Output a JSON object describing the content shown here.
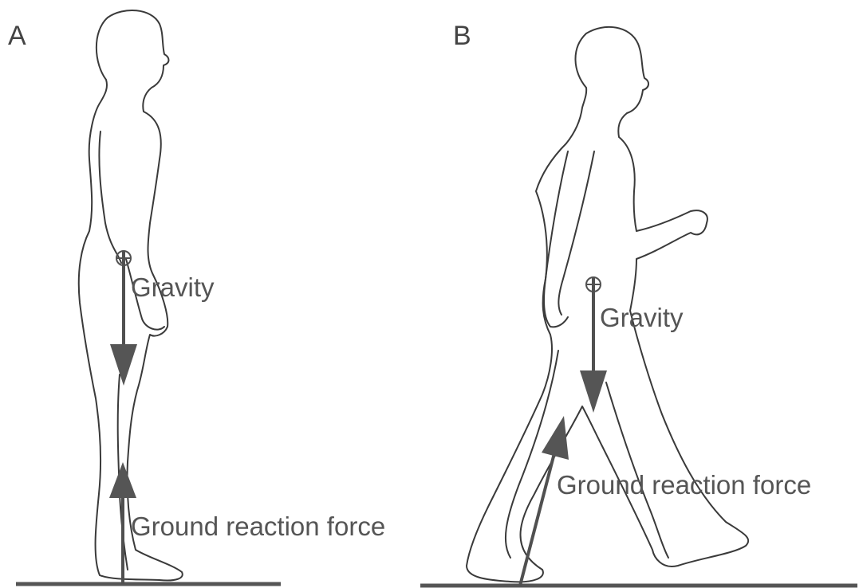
{
  "panels": [
    {
      "label": "A",
      "gravity_label": "Gravity",
      "ground_reaction_label": "Ground reaction force"
    },
    {
      "label": "B",
      "gravity_label": "Gravity",
      "ground_reaction_label": "Ground reaction force"
    }
  ],
  "colors": {
    "outline": "#3a3a3a",
    "force_arrow": "#555555",
    "label_text": "#555555"
  }
}
